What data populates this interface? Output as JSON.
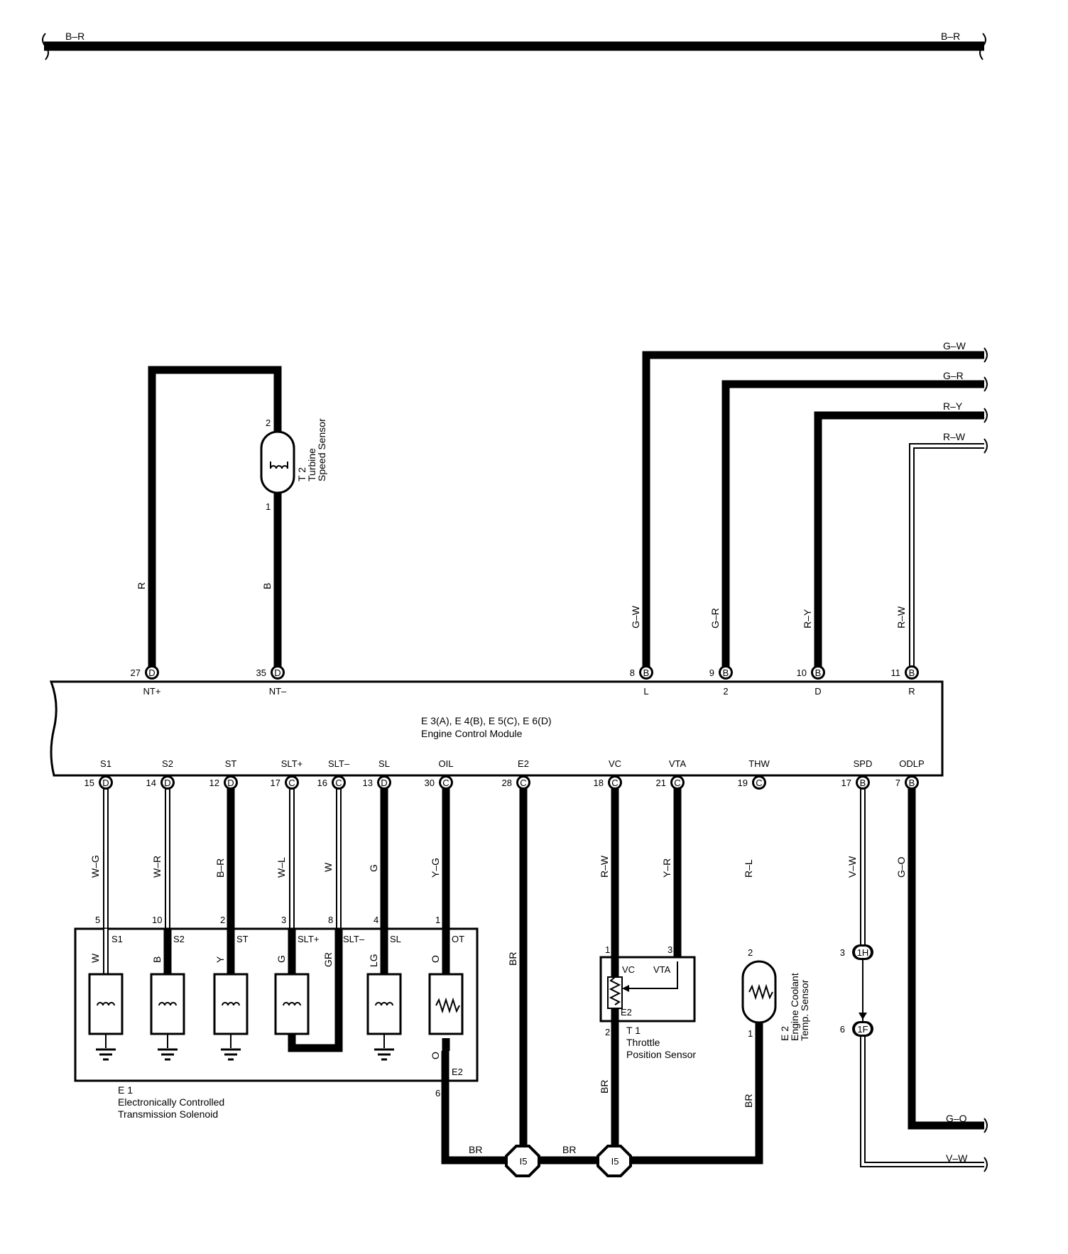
{
  "bus": {
    "left_label": "B–R",
    "right_label": "B–R"
  },
  "ecm": {
    "title_line1": "E 3(A), E 4(B), E 5(C), E 6(D)",
    "title_line2": "Engine Control Module"
  },
  "top_pins": [
    {
      "pin": "27",
      "conn": "D",
      "terminal": "NT+"
    },
    {
      "pin": "35",
      "conn": "D",
      "terminal": "NT–"
    },
    {
      "pin": "8",
      "conn": "B",
      "terminal": "L"
    },
    {
      "pin": "9",
      "conn": "B",
      "terminal": "2"
    },
    {
      "pin": "10",
      "conn": "B",
      "terminal": "D"
    },
    {
      "pin": "11",
      "conn": "B",
      "terminal": "R"
    }
  ],
  "bottom_pins": [
    {
      "pin": "15",
      "conn": "D",
      "terminal": "S1"
    },
    {
      "pin": "14",
      "conn": "D",
      "terminal": "S2"
    },
    {
      "pin": "12",
      "conn": "D",
      "terminal": "ST"
    },
    {
      "pin": "17",
      "conn": "C",
      "terminal": "SLT+"
    },
    {
      "pin": "16",
      "conn": "C",
      "terminal": "SLT–"
    },
    {
      "pin": "13",
      "conn": "D",
      "terminal": "SL"
    },
    {
      "pin": "30",
      "conn": "C",
      "terminal": "OIL"
    },
    {
      "pin": "28",
      "conn": "C",
      "terminal": "E2"
    },
    {
      "pin": "18",
      "conn": "C",
      "terminal": "VC"
    },
    {
      "pin": "21",
      "conn": "C",
      "terminal": "VTA"
    },
    {
      "pin": "19",
      "conn": "C",
      "terminal": "THW"
    },
    {
      "pin": "17",
      "conn": "B",
      "terminal": "SPD"
    },
    {
      "pin": "7",
      "conn": "B",
      "terminal": "ODLP"
    }
  ],
  "turbine": {
    "id": "T 2",
    "line1": "Turbine",
    "line2": "Speed Sensor",
    "pin_top": "2",
    "pin_bottom": "1",
    "wire_left": "R",
    "wire_right": "B"
  },
  "top_right_wires": [
    "G–W",
    "G–R",
    "R–Y",
    "R–W"
  ],
  "bottom_wires": [
    "W–G",
    "W–R",
    "B–R",
    "W–L",
    "W",
    "G",
    "Y–G",
    "BR",
    "R–W",
    "Y–R",
    "R–L",
    "V–W",
    "G–O"
  ],
  "solenoid": {
    "id": "E 1",
    "line1": "Electronically Controlled",
    "line2": "Transmission Solenoid",
    "pins": [
      "5",
      "10",
      "2",
      "3",
      "8",
      "4",
      "1"
    ],
    "terminals": [
      "S1",
      "S2",
      "ST",
      "SLT+",
      "SLT–",
      "SL",
      "OT",
      "E2"
    ],
    "inner_wires": [
      "W",
      "B",
      "Y",
      "G",
      "GR",
      "LG",
      "O",
      "O"
    ],
    "ground_pin": "6"
  },
  "throttle": {
    "id": "T 1",
    "line1": "Throttle",
    "line2": "Position Sensor",
    "pin_vc": "1",
    "pin_vta": "3",
    "pin_e2": "2",
    "t_vc": "VC",
    "t_vta": "VTA",
    "t_e2": "E2",
    "wire_below": "BR"
  },
  "coolant": {
    "id": "E 2",
    "line1": "Engine Coolant",
    "line2": "Temp.  Sensor",
    "pin_top": "2",
    "pin_bottom": "1",
    "wire_below": "BR"
  },
  "connectors": {
    "c1": "1H",
    "c1_pin": "3",
    "c2": "1F",
    "c2_pin": "6"
  },
  "ground_wire": {
    "seg1": "BR",
    "seg2": "BR",
    "j1": "I5",
    "j2": "I5"
  },
  "right_exit_wires": [
    "G–O",
    "V–W"
  ]
}
